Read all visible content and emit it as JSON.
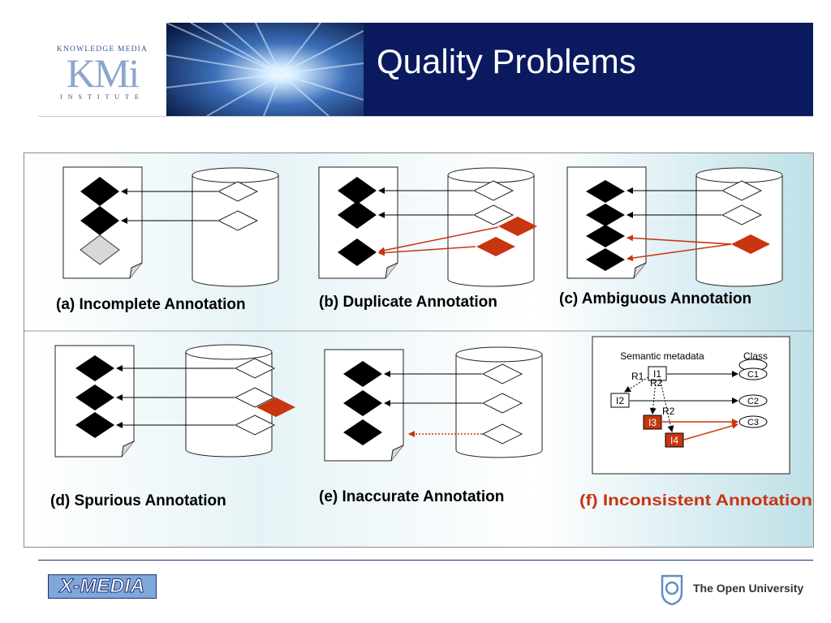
{
  "header": {
    "title": "Quality Problems",
    "kmi_logo": {
      "top_text": "KNOWLEDGE MEDIA",
      "mark": "KMi",
      "bottom_text": "INSTITUTE"
    }
  },
  "colors": {
    "accent_red": "#c8350f",
    "header_navy": "#0b1a5e",
    "panel_teal": "#bfe0e8"
  },
  "panels": [
    {
      "id": "a",
      "caption": "(a) Incomplete Annotation"
    },
    {
      "id": "b",
      "caption": "(b) Duplicate Annotation"
    },
    {
      "id": "c",
      "caption": "(c) Ambiguous Annotation"
    },
    {
      "id": "d",
      "caption": "(d) Spurious Annotation"
    },
    {
      "id": "e",
      "caption": "(e) Inaccurate Annotation"
    },
    {
      "id": "f",
      "caption": "(f) Inconsistent Annotation"
    }
  ],
  "inset": {
    "col_semantic": "Semantic metadata",
    "col_class": "Class",
    "instances": [
      "I1",
      "I2",
      "I3",
      "I4"
    ],
    "classes": [
      "C1",
      "C2",
      "C3"
    ],
    "relations": [
      "R1",
      "R2",
      "R2"
    ]
  },
  "footer": {
    "xmedia_logo": "X-MEDIA",
    "ou_logo": "The Open University"
  }
}
